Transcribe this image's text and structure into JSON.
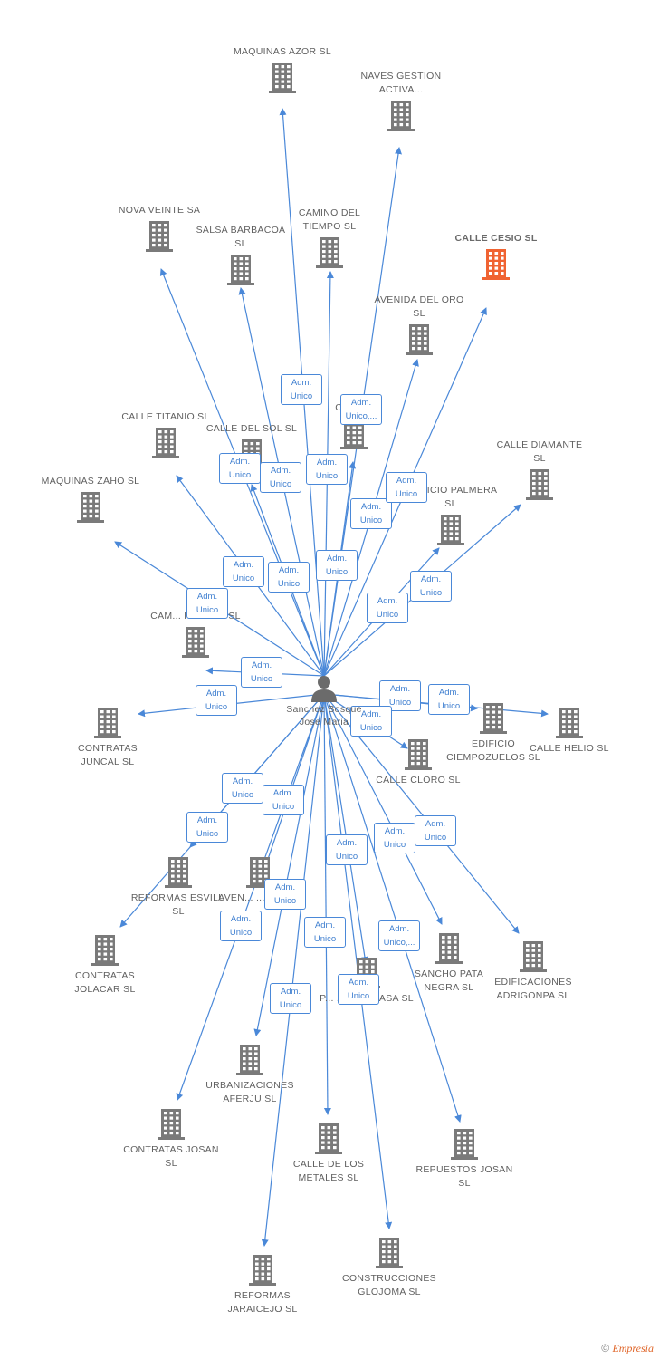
{
  "center": {
    "label": "Sanchez Bosque Jose Maria",
    "icon": "person-icon"
  },
  "colors": {
    "edge": "#4a88d8",
    "building": "#7a7a7a",
    "highlight": "#f06332"
  },
  "nodes": [
    {
      "id": "maquinas-azor",
      "label": "MAQUINAS AZOR SL"
    },
    {
      "id": "naves-gestion",
      "label": "NAVES GESTION ACTIVA..."
    },
    {
      "id": "nova-veinte",
      "label": "NOVA VEINTE SA"
    },
    {
      "id": "salsa-barbacoa",
      "label": "SALSA BARBACOA SL"
    },
    {
      "id": "camino-tiempo",
      "label": "CAMINO DEL TIEMPO SL"
    },
    {
      "id": "calle-cesio",
      "label": "CALLE CESIO SL",
      "highlight": true
    },
    {
      "id": "avenida-oro",
      "label": "AVENIDA DEL ORO SL"
    },
    {
      "id": "calle-hierro",
      "label": "C... HI..."
    },
    {
      "id": "calle-titanio",
      "label": "CALLE TITANIO SL"
    },
    {
      "id": "calle-sol",
      "label": "CALLE DEL SOL SL"
    },
    {
      "id": "calle-diamante",
      "label": "CALLE DIAMANTE SL"
    },
    {
      "id": "edificio-palmera",
      "label": "EDIFICIO PALMERA SL"
    },
    {
      "id": "maquinas-zaho",
      "label": "MAQUINAS ZAHO SL"
    },
    {
      "id": "camino-rubidio",
      "label": "CAM... RUBIDIO SL"
    },
    {
      "id": "contratas-juncal",
      "label": "CONTRATAS JUNCAL SL"
    },
    {
      "id": "edificio-ciempozuelos",
      "label": "EDIFICIO CIEMPOZUELOS SL"
    },
    {
      "id": "calle-helio",
      "label": "CALLE HELIO SL"
    },
    {
      "id": "calle-cloro",
      "label": "CALLE CLORO SL"
    },
    {
      "id": "reformas-esvilu",
      "label": "REFORMAS ESVILU SL"
    },
    {
      "id": "avenida-otoño",
      "label": "AVEN... ...ANO SL"
    },
    {
      "id": "contratas-jolacar",
      "label": "CONTRATAS JOLACAR SL"
    },
    {
      "id": "sancho-pata",
      "label": "SANCHO PATA NEGRA SL"
    },
    {
      "id": "edificaciones-adrigonpa",
      "label": "EDIFICACIONES ADRIGONPA SL"
    },
    {
      "id": "vinasa",
      "label": "P... ...OS VINASA SL"
    },
    {
      "id": "urbanizaciones-aferju",
      "label": "URBANIZACIONES AFERJU SL"
    },
    {
      "id": "contratas-josan",
      "label": "CONTRATAS JOSAN SL"
    },
    {
      "id": "calle-metales",
      "label": "CALLE DE LOS METALES SL"
    },
    {
      "id": "repuestos-josan",
      "label": "REPUESTOS JOSAN SL"
    },
    {
      "id": "reformas-jaraicejo",
      "label": "REFORMAS JARAICEJO SL"
    },
    {
      "id": "construcciones-glojoma",
      "label": "CONSTRUCCIONES GLOJOMA SL"
    }
  ],
  "roles": [
    "Adm. Unico",
    "Adm. Unico,...",
    "Adm. Unico",
    "Adm. Unico",
    "Adm. Unico",
    "Adm. Unico",
    "Adm. Unico",
    "Adm. Unico",
    "Adm. Unico",
    "Adm. Unico",
    "Adm. Unico",
    "Adm. Unico",
    "Adm. Unico",
    "Adm. Unico",
    "Adm. Unico",
    "Adm. Unico",
    "Adm. Unico",
    "Adm. Unico",
    "Adm. Unico",
    "Adm. Unico",
    "Adm. Unico",
    "Adm. Unico",
    "Adm. Unico",
    "Adm. Unico",
    "Adm. Unico",
    "Adm. Unico",
    "Adm. Unico",
    "Adm. Unico,...",
    "Adm. Unico",
    "Adm. Unico"
  ],
  "footer": {
    "copyright": "©",
    "brand": "Empresia"
  }
}
